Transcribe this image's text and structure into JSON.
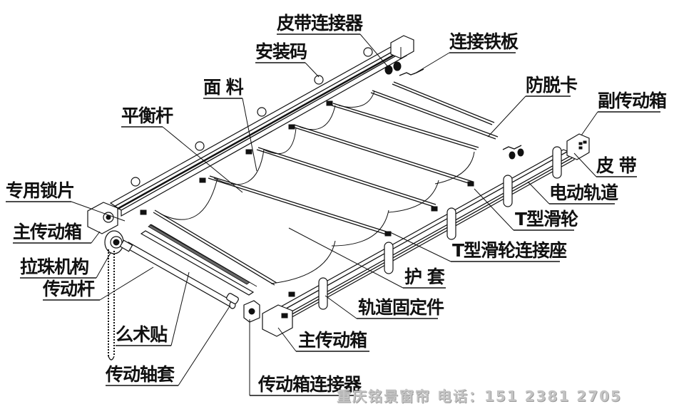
{
  "diagram": {
    "type": "exploded-view",
    "subject": "electric Roman blind / motorized track assembly",
    "labels": {
      "belt_connector": "皮带连接器",
      "mounting_code": "安装码",
      "connecting_plate": "连接铁板",
      "fabric": "面 料",
      "anti_release_clip": "防脱卡",
      "secondary_gearbox": "副传动箱",
      "balance_bar": "平衡杆",
      "belt": "皮 带",
      "electric_track": "电动轨道",
      "special_lock_piece": "专用锁片",
      "t_pulley": "T型滑轮",
      "main_gearbox_top": "主传动箱",
      "bead_chain_mechanism": "拉珠机构",
      "t_pulley_seat": "T型滑轮连接座",
      "drive_rod": "传动杆",
      "sleeve": "护 套",
      "velcro": "么术贴",
      "track_fixing": "轨道固定件",
      "main_gearbox_bottom": "主传动箱",
      "drive_shaft_sleeve": "传动轴套",
      "gearbox_connector": "传动箱连接器"
    },
    "watermark": "重庆铭景窗帘 电话：151 2381 2705"
  }
}
